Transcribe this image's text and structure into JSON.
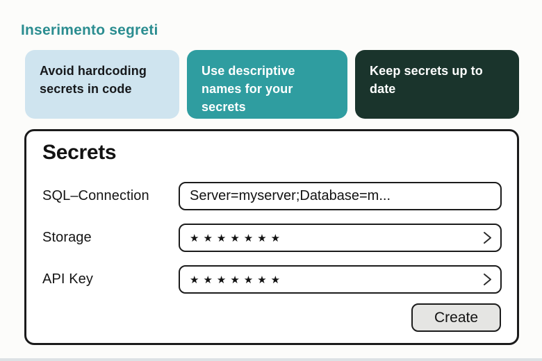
{
  "page": {
    "title": "Inserimento segreti"
  },
  "tips": [
    {
      "text": "Avoid hardcoding secrets in code",
      "bg": "#cfe4ef",
      "fg": "#16181b"
    },
    {
      "text": "Use descriptive names for your secrets",
      "bg": "#2f9da0",
      "fg": "#ffffff"
    },
    {
      "text": "Keep secrets up to date",
      "bg": "#1a342c",
      "fg": "#ffffff"
    }
  ],
  "panel": {
    "heading": "Secrets",
    "fields": [
      {
        "label": "SQL–Connection",
        "value": "Server=myserver;Database=m...",
        "masked": false,
        "has_chevron": false
      },
      {
        "label": "Storage",
        "value": "★★★★★★★",
        "masked": true,
        "has_chevron": true
      },
      {
        "label": "API Key",
        "value": "★★★★★★★",
        "masked": true,
        "has_chevron": true
      }
    ],
    "create_label": "Create"
  },
  "icons": {
    "chevron_right": "chevron-right-icon"
  },
  "colors": {
    "title_teal": "#2b8d90",
    "card_light_blue": "#cfe4ef",
    "card_teal": "#2f9da0",
    "card_dark_green": "#1a342c",
    "panel_border": "#1b1b1b",
    "panel_bg": "#ffffff",
    "button_bg": "#e5e5e3",
    "page_bg": "#fcfcfa"
  }
}
